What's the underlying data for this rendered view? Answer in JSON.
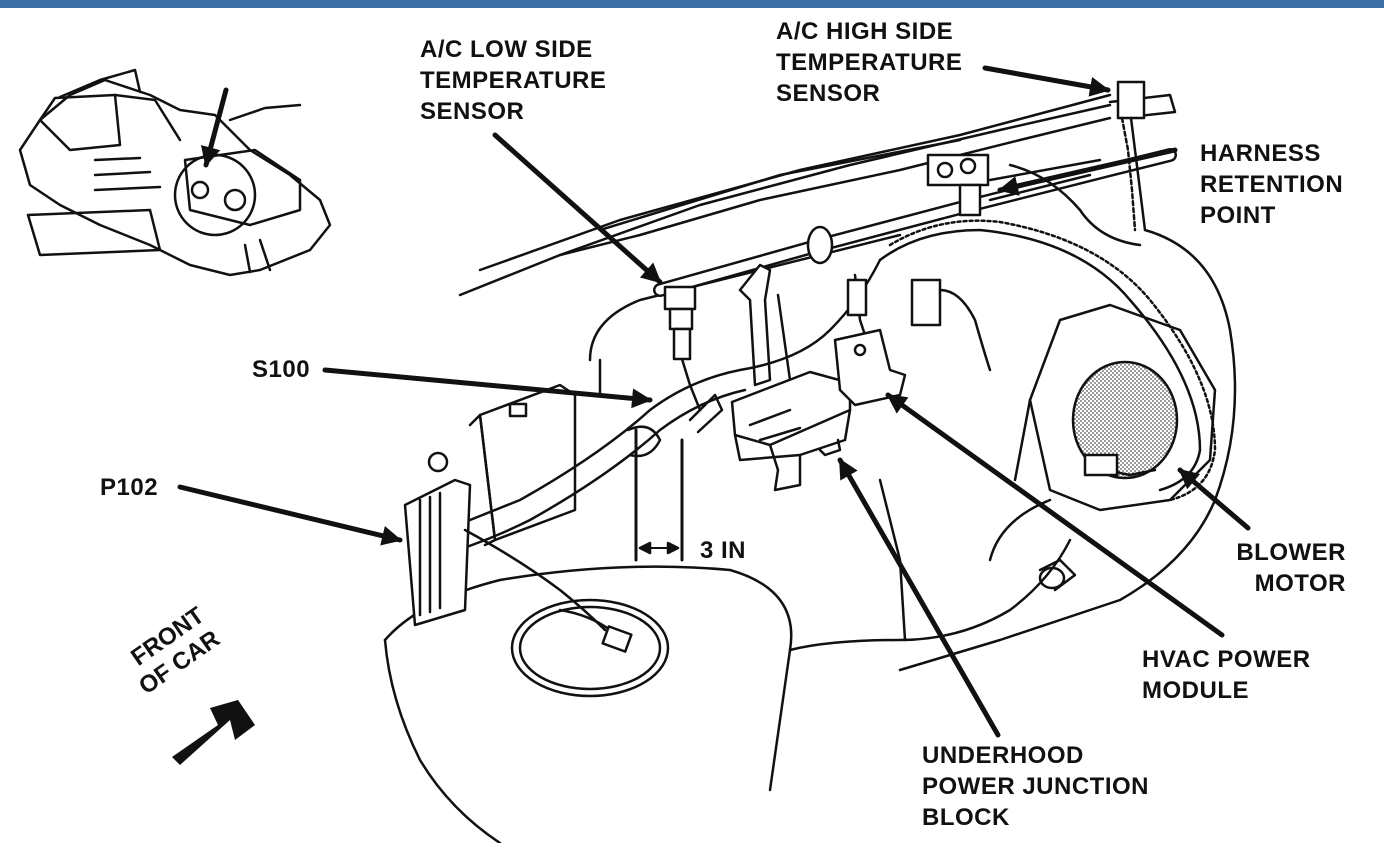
{
  "colors": {
    "frame": "#3a6ea5",
    "ink": "#111111",
    "background": "#ffffff",
    "shading": "#8a8a8a"
  },
  "labels": {
    "low_side": [
      "A/C LOW SIDE",
      "TEMPERATURE",
      "SENSOR"
    ],
    "high_side": [
      "A/C HIGH SIDE",
      "TEMPERATURE",
      "SENSOR"
    ],
    "harness": [
      "HARNESS",
      "RETENTION",
      "POINT"
    ],
    "s100": "S100",
    "p102": "P102",
    "three_in": "3 IN",
    "blower": [
      "BLOWER",
      "MOTOR"
    ],
    "hvac": [
      "HVAC POWER",
      "MODULE"
    ],
    "underhood": [
      "UNDERHOOD",
      "POWER JUNCTION",
      "BLOCK"
    ],
    "front_of_car": [
      "FRONT",
      "OF CAR"
    ]
  }
}
